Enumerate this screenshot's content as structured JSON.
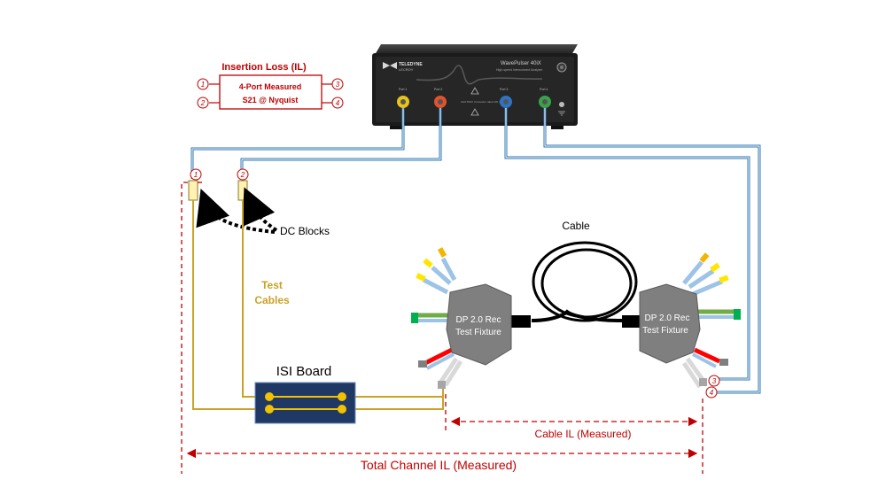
{
  "instrument": {
    "brand_line1": "TELEDYNE",
    "brand_line2": "LECROY",
    "model": "WavePulser 40iX",
    "subtitle": "High-speed Interconnect Analyzer",
    "ports": [
      "Port 1",
      "Port 2",
      "Port 3",
      "Port 4"
    ],
    "port_colors": [
      "#e8c31a",
      "#e2532c",
      "#2f73c4",
      "#3aa34a"
    ],
    "warning_text": "CAUTION: Connector rated 1W max",
    "body_color": "#1b1b1b",
    "panel_color": "#2a2a2a"
  },
  "legend": {
    "title": "Insertion Loss (IL)",
    "line1": "4-Port Measured",
    "line2": "S21 @ Nyquist",
    "ports": [
      "1",
      "2",
      "3",
      "4"
    ],
    "color": "#c00000"
  },
  "labels": {
    "dc_blocks": "DC Blocks",
    "test_cables_1": "Test",
    "test_cables_2": "Cables",
    "cable": "Cable",
    "isi_board": "ISI Board",
    "fixture_left_1": "DP 2.0 Rec",
    "fixture_left_2": "Test Fixture",
    "fixture_right_1": "DP 2.0 Rec",
    "fixture_right_2": "Test Fixture",
    "cable_il": "Cable IL (Measured)",
    "total_il": "Total Channel IL (Measured)"
  },
  "markers": {
    "dc_block_1": "1",
    "dc_block_2": "2",
    "fixture_3": "3",
    "fixture_4": "4"
  },
  "colors": {
    "blue_cable": "#2e75b6",
    "gold_cable": "#c9a227",
    "red_measure": "#c00000",
    "fixture": "#7f7f7f",
    "isi_board": "#1f3864",
    "isi_trace": "#f2c200"
  }
}
